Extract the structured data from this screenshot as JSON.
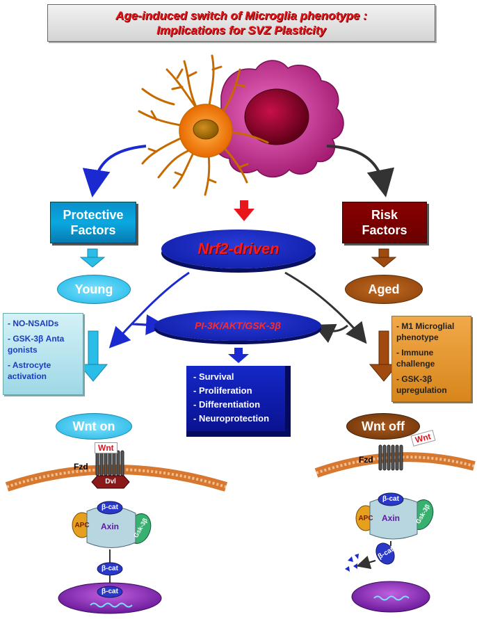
{
  "title": {
    "line1": "Age-induced switch  of Microglia phenotype :",
    "line2": "Implications for SVZ Plasticity"
  },
  "factors": {
    "protective_line1": "Protective",
    "protective_line2": "Factors",
    "risk_line1": "Risk",
    "risk_line2": "Factors"
  },
  "age": {
    "young": "Young",
    "aged": "Aged"
  },
  "nrf2": "Nrf2-driven",
  "pathway": "PI-3K/AKT/GSK-3β",
  "protective_list": [
    "- NO-NSAIDs",
    "- GSK-3β Anta gonists",
    "- Astrocyte activation"
  ],
  "risk_list": [
    "- M1 Microglial phenotype",
    "- Immune challenge",
    "- GSK-3β upregulation"
  ],
  "outcomes": [
    "- Survival",
    "- Proliferation",
    "- Differentiation",
    "- Neuroprotection"
  ],
  "wnt_state": {
    "on": "Wnt on",
    "off": "Wnt off"
  },
  "signaling": {
    "wnt": "Wnt",
    "fzd": "Fzd",
    "dvl": "Dvl",
    "beta_cat": "β-cat",
    "axin": "Axin",
    "apc": "APC",
    "gsk": "Gsk-3β"
  },
  "colors": {
    "protective": "#0aa0d8",
    "risk": "#7a0000",
    "young": "#29bde8",
    "aged": "#8a4210",
    "nrf2": "#1a2ad0",
    "accent_red": "#e8151c"
  }
}
